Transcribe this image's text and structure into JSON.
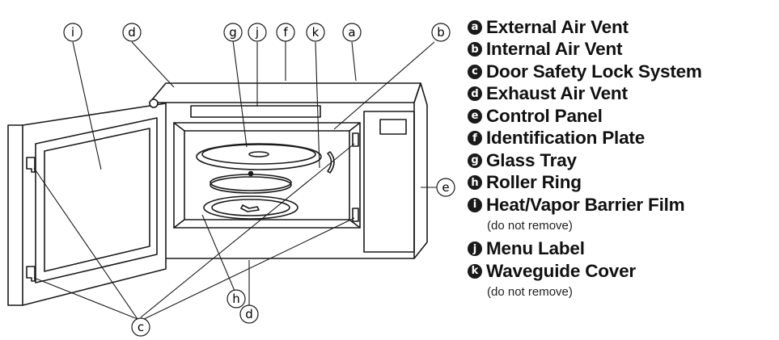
{
  "callouts": {
    "a": "a",
    "b": "b",
    "c": "c",
    "d": "d",
    "e": "e",
    "f": "f",
    "g": "g",
    "h": "h",
    "i": "i",
    "j": "j",
    "k": "k"
  },
  "legend": [
    {
      "key": "a",
      "label": "External Air Vent"
    },
    {
      "key": "b",
      "label": "Internal Air Vent"
    },
    {
      "key": "c",
      "label": "Door Safety Lock System"
    },
    {
      "key": "d",
      "label": "Exhaust Air Vent"
    },
    {
      "key": "e",
      "label": "Control Panel"
    },
    {
      "key": "f",
      "label": "Identification Plate"
    },
    {
      "key": "g",
      "label": "Glass Tray"
    },
    {
      "key": "h",
      "label": "Roller Ring"
    },
    {
      "key": "i",
      "label": "Heat/Vapor Barrier Film",
      "note": "(do not remove)"
    },
    {
      "key": "j",
      "label": "Menu Label"
    },
    {
      "key": "k",
      "label": "Waveguide Cover",
      "note": "(do not remove)"
    }
  ]
}
